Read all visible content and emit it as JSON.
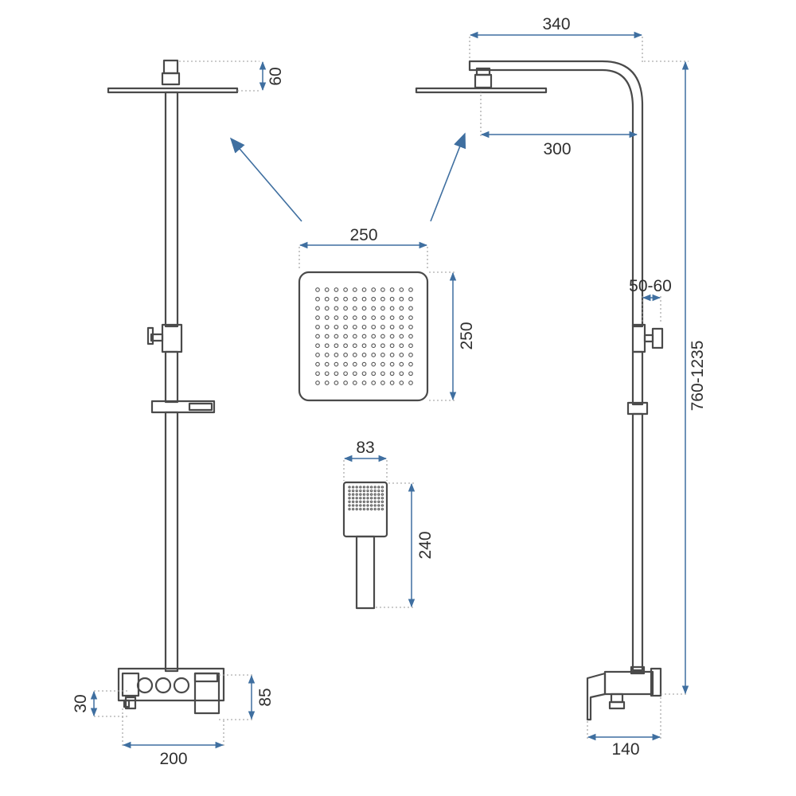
{
  "colors": {
    "outline": "#4a4a4a",
    "dimension": "#3f6fa0",
    "extension": "#9a9a9a",
    "text": "#2f2f2f"
  },
  "dimensions": {
    "front_head_height": "60",
    "side_arm_reach": "340",
    "side_head_offset": "300",
    "head_width": "250",
    "head_height": "250",
    "bar_offset": "50-60",
    "total_height": "760-1235",
    "hand_width": "83",
    "hand_length": "240",
    "mixer_outlet_height": "30",
    "mixer_height": "85",
    "mixer_width": "200",
    "side_mixer_depth": "140"
  }
}
